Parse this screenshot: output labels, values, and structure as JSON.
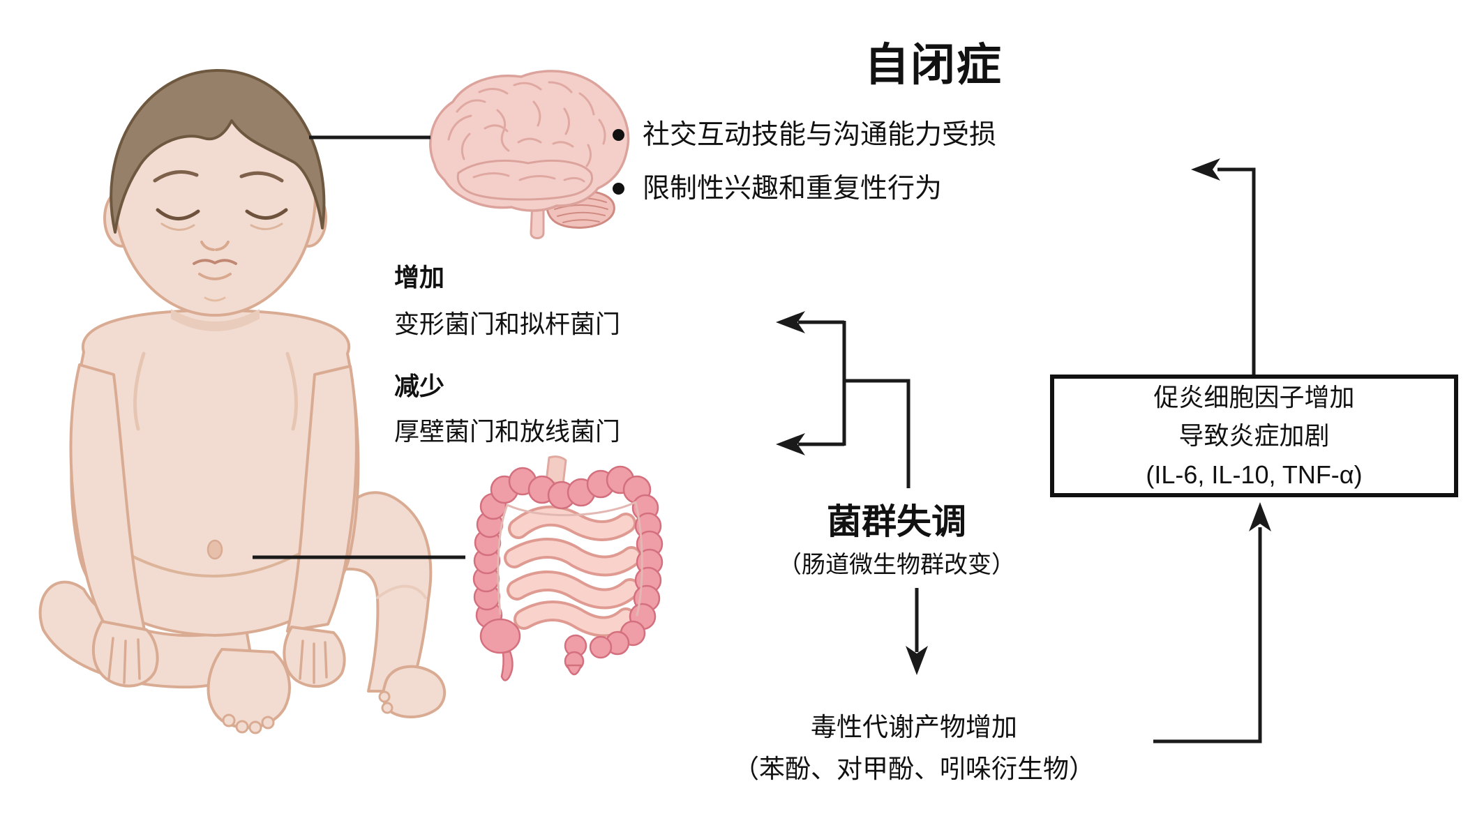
{
  "diagram": {
    "title": "自闭症",
    "symptoms": [
      "社交互动技能与沟通能力受损",
      "限制性兴趣和重复性行为"
    ],
    "microbiota": {
      "increase_label": "增加",
      "increase_phyla": "变形菌门和拟杆菌门",
      "decrease_label": "减少",
      "decrease_phyla": "厚壁菌门和放线菌门"
    },
    "dysbiosis": {
      "title": "菌群失调",
      "subtitle": "（肠道微生物群改变）"
    },
    "inflammation_box": {
      "line1": "促炎细胞因子增加",
      "line2": "导致炎症加剧",
      "line3": "(IL-6, IL-10, TNF-α)"
    },
    "metabolites": {
      "line1": "毒性代谢产物增加",
      "line2": "（苯酚、对甲酚、吲哚衍生物）"
    },
    "illustrations": {
      "baby": "sitting-toddler-illustration",
      "brain": "brain-illustration",
      "intestine": "intestine-illustration"
    },
    "colors": {
      "line": "#1a1a1a",
      "skin": "#f2dcd1",
      "skin_outline": "#d9ab92",
      "skin_shadow": "#e9ccbc",
      "hair": "#96806a",
      "hair_outline": "#6e583f",
      "brain_fill": "#f4cfc9",
      "brain_line": "#dba39c",
      "colon_fill": "#ef9da7",
      "colon_outline": "#d4707e",
      "small_intestine_fill": "#f8d2cb",
      "small_intestine_outline": "#df9b92"
    }
  }
}
